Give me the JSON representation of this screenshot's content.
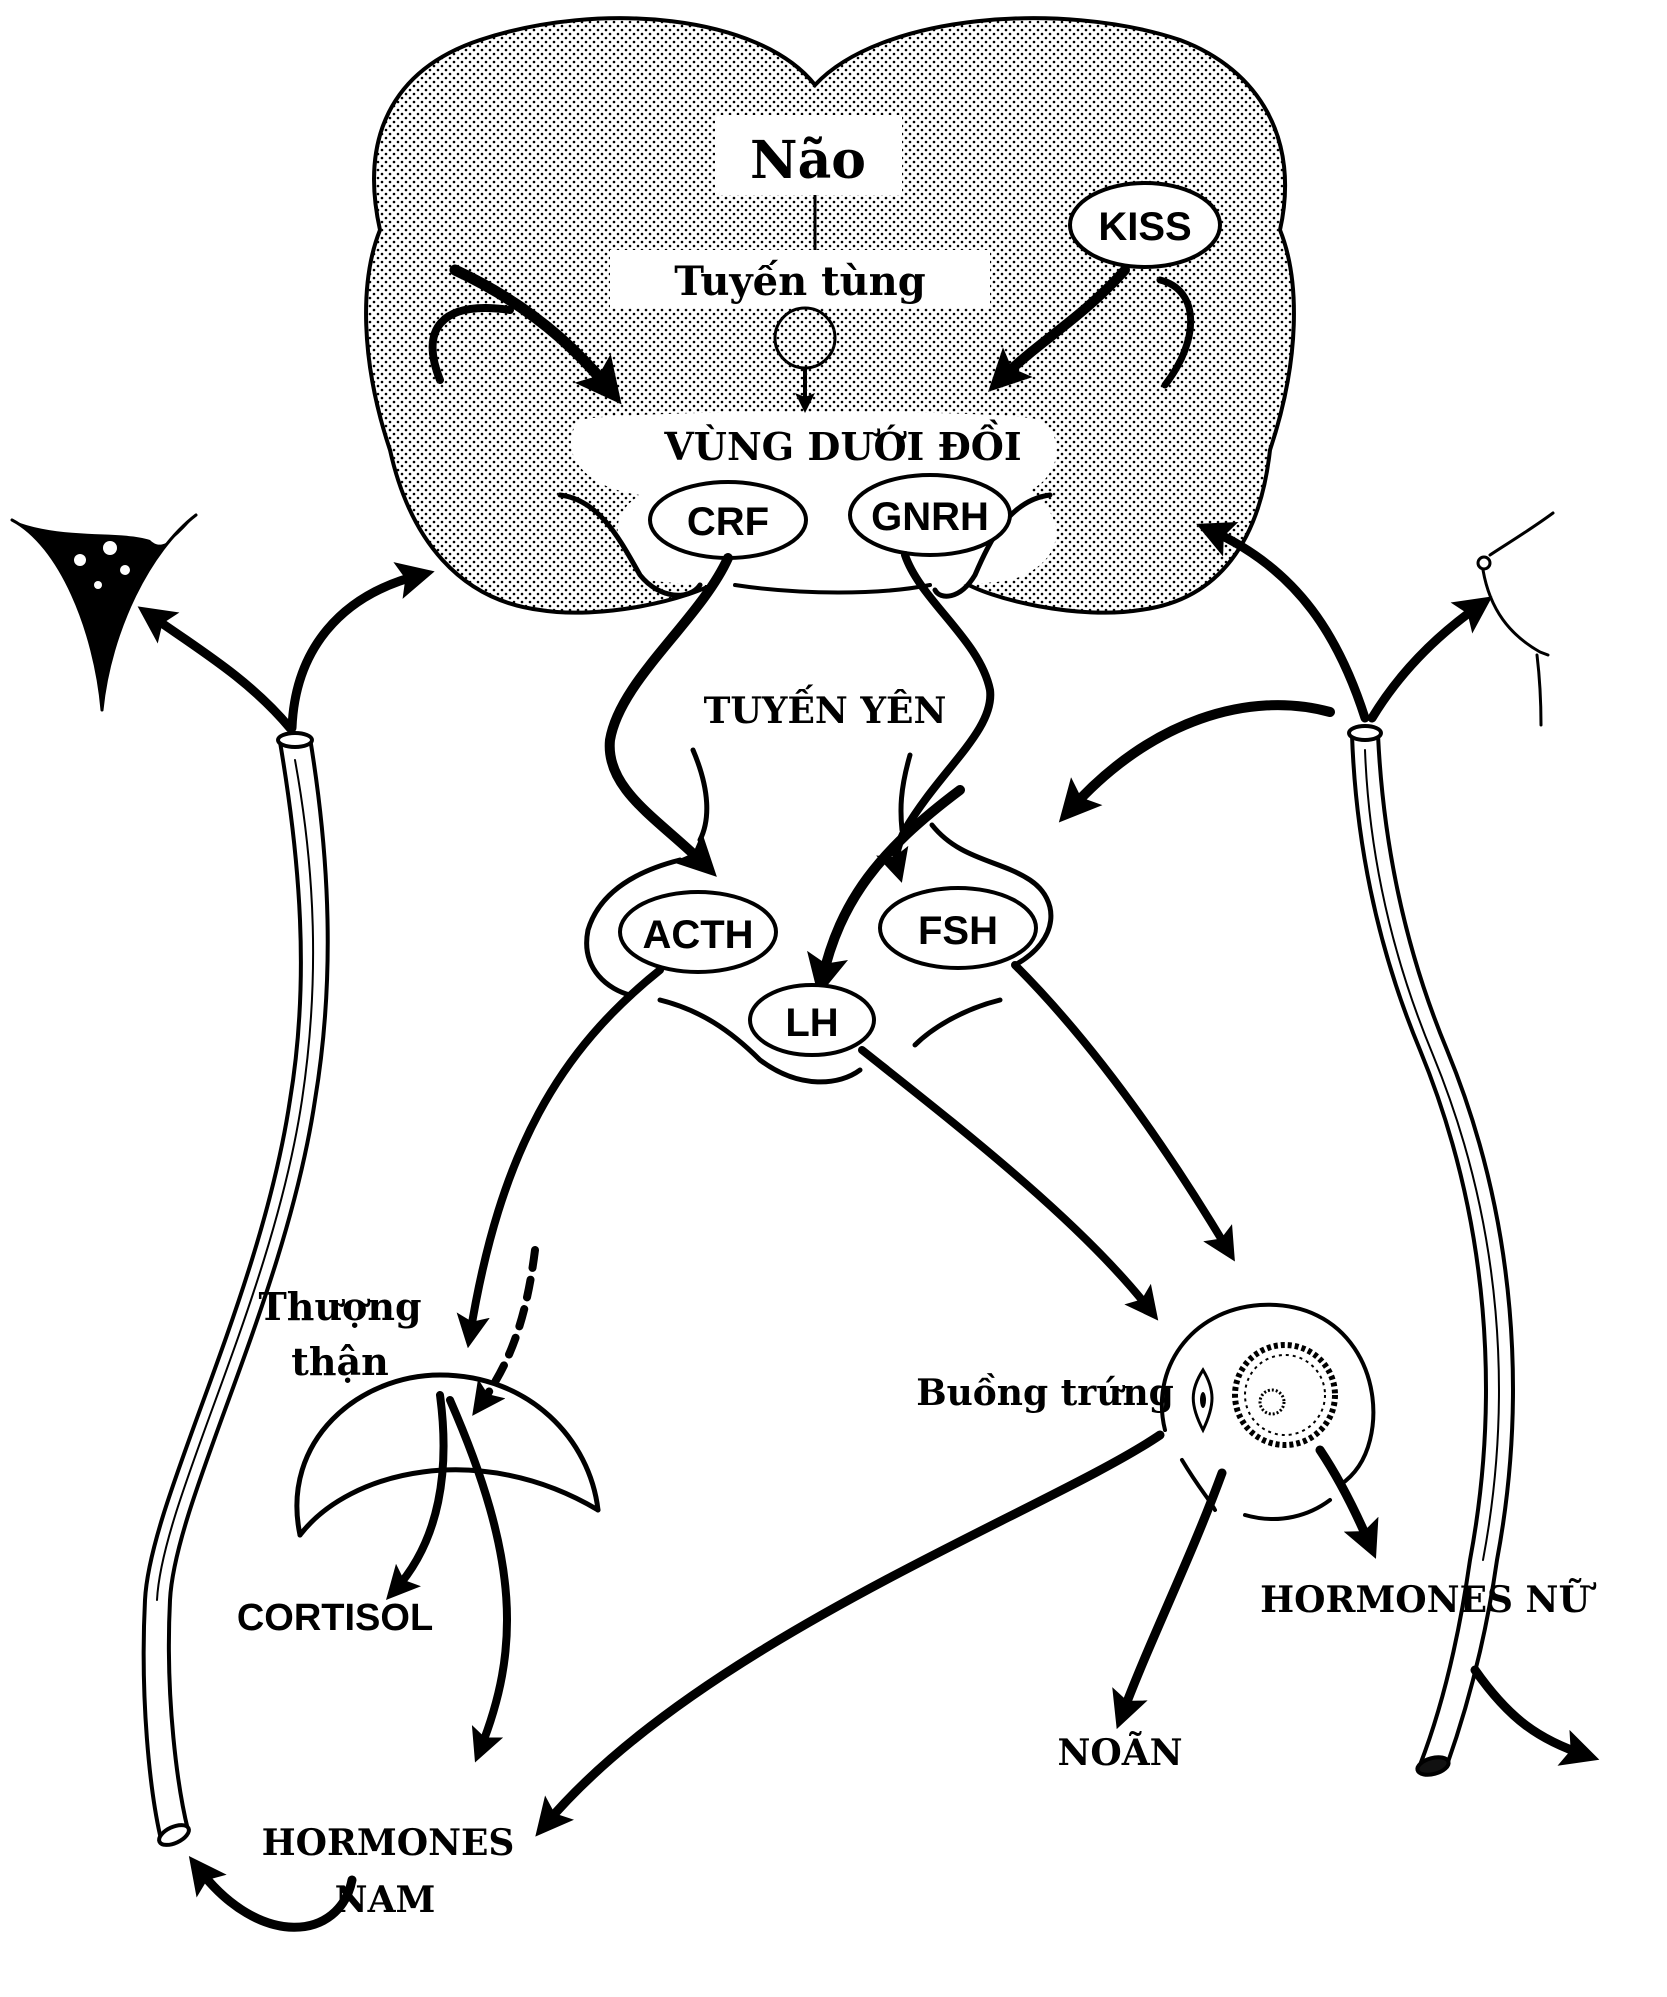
{
  "colors": {
    "ink": "#000000",
    "paper": "#ffffff"
  },
  "brain": {
    "label": "Não"
  },
  "pineal": {
    "label": "Tuyến tùng"
  },
  "kiss": {
    "label": "KISS"
  },
  "hypothalamus": {
    "label": "VÙNG DƯỚI ĐỒI",
    "hormones": [
      "CRF",
      "GNRH"
    ]
  },
  "pituitary": {
    "label": "TUYẾN YÊN",
    "hormones": [
      "ACTH",
      "FSH",
      "LH"
    ]
  },
  "adrenal": {
    "label_line1": "Thượng",
    "label_line2": "thận",
    "output": "CORTISOL"
  },
  "ovary": {
    "label": "Buồng trứng",
    "outputs": [
      "NOÃN",
      "HORMONES NỮ"
    ]
  },
  "male_hormones": {
    "line1": "HORMONES",
    "line2": "NAM"
  },
  "female_hormones": {
    "label": "HORMONES NỮ"
  },
  "egg": {
    "label": "NOÃN"
  },
  "icons": [
    "pubic-hair-icon",
    "breast-icon",
    "blood-vessel-left-icon",
    "blood-vessel-right-icon"
  ]
}
